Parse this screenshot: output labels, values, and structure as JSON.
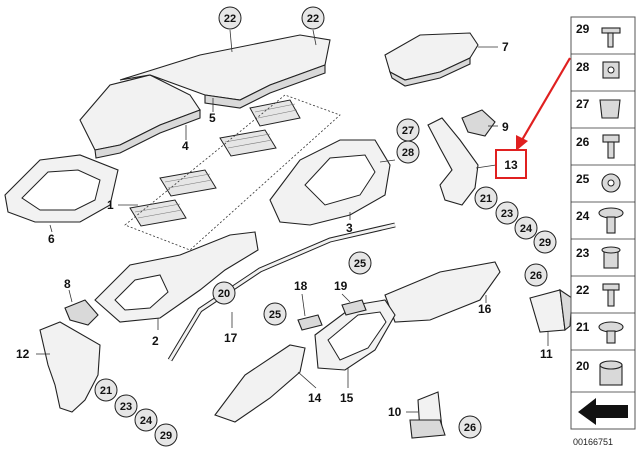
{
  "diagram": {
    "image_code": "00166751",
    "highlight_color": "#e02020",
    "highlighted_label": "13",
    "labels": {
      "l1": "1",
      "l2": "2",
      "l3": "3",
      "l4": "4",
      "l5": "5",
      "l6": "6",
      "l7": "7",
      "l8": "8",
      "l9": "9",
      "l10": "10",
      "l11": "11",
      "l12": "12",
      "l13": "13",
      "l14": "14",
      "l15": "15",
      "l16": "16",
      "l17": "17",
      "l18": "18",
      "l19": "19",
      "l20": "20"
    },
    "callouts": {
      "c22a": "22",
      "c22b": "22",
      "c27": "27",
      "c28": "28",
      "c21a": "21",
      "c23a": "23",
      "c24a": "24",
      "c29a": "29",
      "c25a": "25",
      "c25b": "25",
      "c26a": "26",
      "c26b": "26",
      "c20": "20",
      "c21b": "21",
      "c23b": "23",
      "c24b": "24",
      "c29b": "29"
    },
    "side_panel": [
      "29",
      "28",
      "27",
      "26",
      "25",
      "24",
      "23",
      "22",
      "21",
      "20"
    ]
  }
}
